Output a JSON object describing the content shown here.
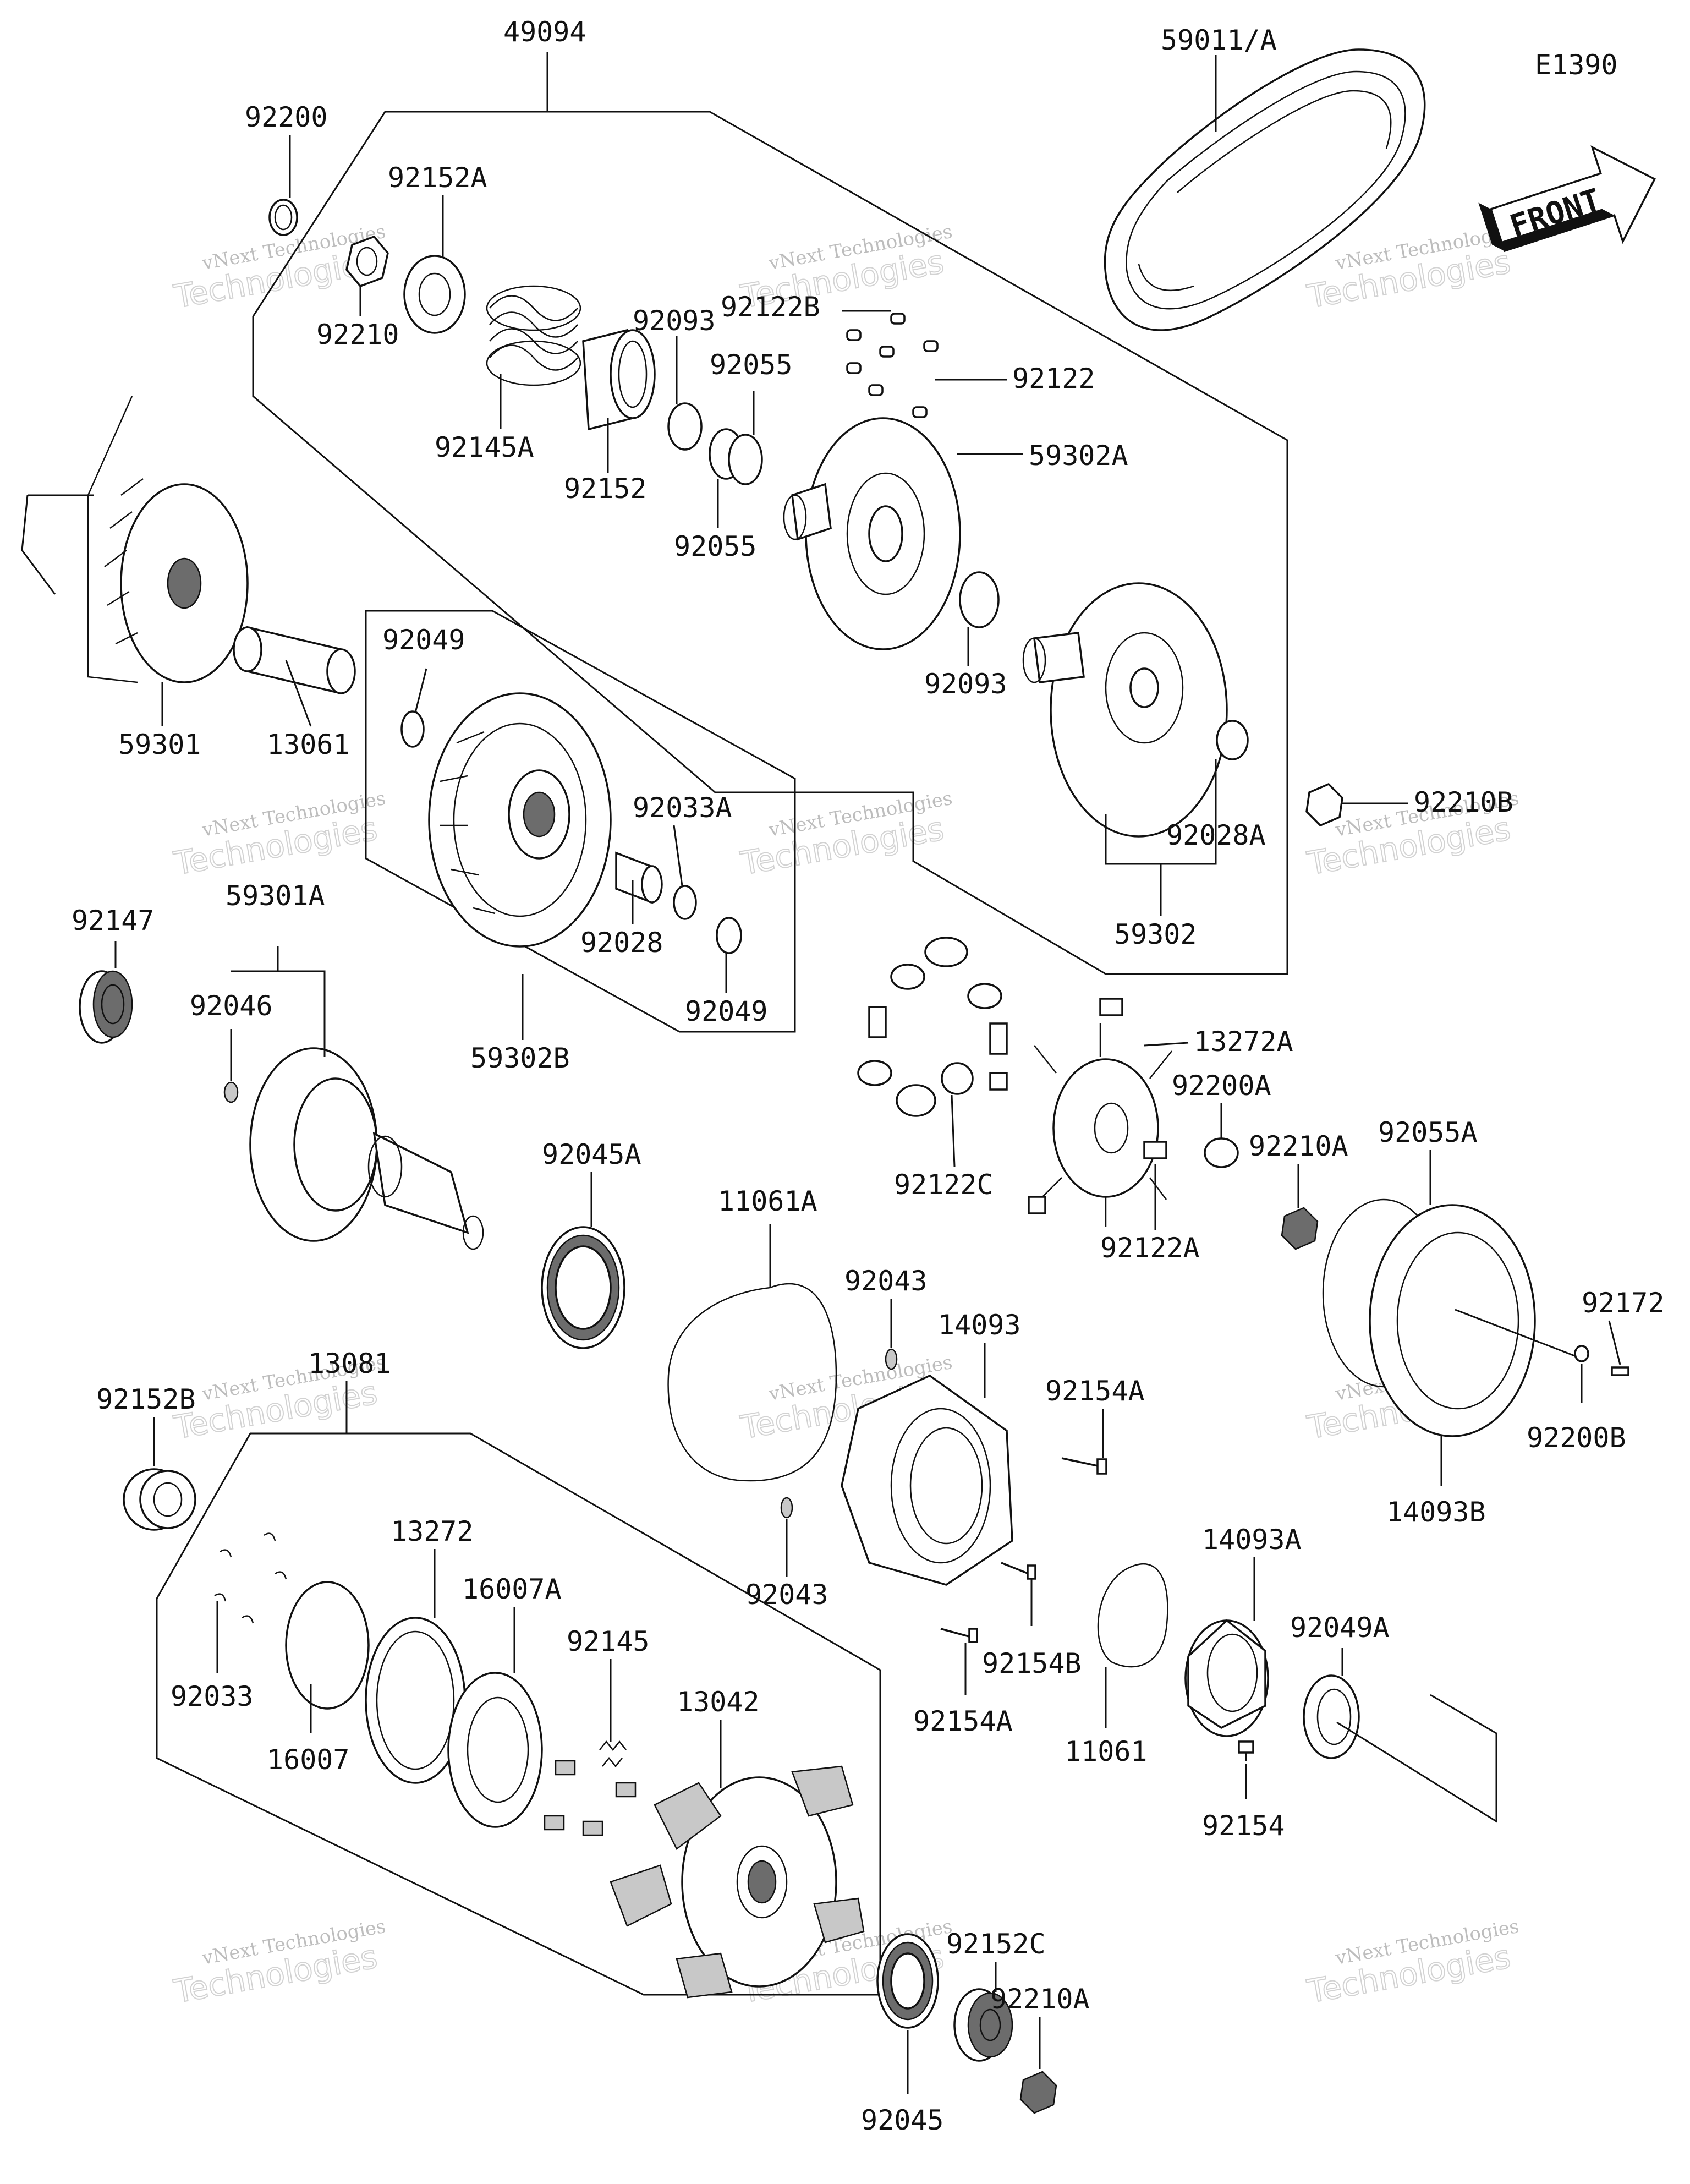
{
  "diagram_code": "E1390",
  "front_label": "FRONT",
  "watermark": {
    "line1": "vNext Technologies",
    "line2": "Technologies"
  },
  "labels": [
    {
      "id": "49094",
      "text": "49094"
    },
    {
      "id": "92200",
      "text": "92200"
    },
    {
      "id": "92152A",
      "text": "92152A"
    },
    {
      "id": "92210",
      "text": "92210"
    },
    {
      "id": "92145A",
      "text": "92145A"
    },
    {
      "id": "92093a",
      "text": "92093"
    },
    {
      "id": "92055a",
      "text": "92055"
    },
    {
      "id": "92152",
      "text": "92152"
    },
    {
      "id": "92055b",
      "text": "92055"
    },
    {
      "id": "92122B",
      "text": "92122B"
    },
    {
      "id": "92122",
      "text": "92122"
    },
    {
      "id": "59302A",
      "text": "59302A"
    },
    {
      "id": "92093b",
      "text": "92093"
    },
    {
      "id": "59011A",
      "text": "59011/A"
    },
    {
      "id": "59301",
      "text": "59301"
    },
    {
      "id": "13061",
      "text": "13061"
    },
    {
      "id": "92049a",
      "text": "92049"
    },
    {
      "id": "92033A",
      "text": "92033A"
    },
    {
      "id": "92028",
      "text": "92028"
    },
    {
      "id": "92049b",
      "text": "92049"
    },
    {
      "id": "59302B",
      "text": "59302B"
    },
    {
      "id": "92210B",
      "text": "92210B"
    },
    {
      "id": "92028A",
      "text": "92028A"
    },
    {
      "id": "59302",
      "text": "59302"
    },
    {
      "id": "92147",
      "text": "92147"
    },
    {
      "id": "59301A",
      "text": "59301A"
    },
    {
      "id": "92046",
      "text": "92046"
    },
    {
      "id": "13272A",
      "text": "13272A"
    },
    {
      "id": "92200A",
      "text": "92200A"
    },
    {
      "id": "92210Aa",
      "text": "92210A"
    },
    {
      "id": "92122C",
      "text": "92122C"
    },
    {
      "id": "92122A",
      "text": "92122A"
    },
    {
      "id": "92055A",
      "text": "92055A"
    },
    {
      "id": "92045A",
      "text": "92045A"
    },
    {
      "id": "11061A",
      "text": "11061A"
    },
    {
      "id": "92043a",
      "text": "92043"
    },
    {
      "id": "14093",
      "text": "14093"
    },
    {
      "id": "92154Aa",
      "text": "92154A"
    },
    {
      "id": "92172",
      "text": "92172"
    },
    {
      "id": "92200B",
      "text": "92200B"
    },
    {
      "id": "14093B",
      "text": "14093B"
    },
    {
      "id": "13081",
      "text": "13081"
    },
    {
      "id": "92152B",
      "text": "92152B"
    },
    {
      "id": "92043b",
      "text": "92043"
    },
    {
      "id": "13272",
      "text": "13272"
    },
    {
      "id": "16007A",
      "text": "16007A"
    },
    {
      "id": "92033",
      "text": "92033"
    },
    {
      "id": "16007",
      "text": "16007"
    },
    {
      "id": "92145",
      "text": "92145"
    },
    {
      "id": "13042",
      "text": "13042"
    },
    {
      "id": "92154B",
      "text": "92154B"
    },
    {
      "id": "92154Ab",
      "text": "92154A"
    },
    {
      "id": "11061",
      "text": "11061"
    },
    {
      "id": "14093A",
      "text": "14093A"
    },
    {
      "id": "92049A",
      "text": "92049A"
    },
    {
      "id": "92154",
      "text": "92154"
    },
    {
      "id": "92152C",
      "text": "92152C"
    },
    {
      "id": "92210Ab",
      "text": "92210A"
    },
    {
      "id": "92045",
      "text": "92045"
    }
  ]
}
